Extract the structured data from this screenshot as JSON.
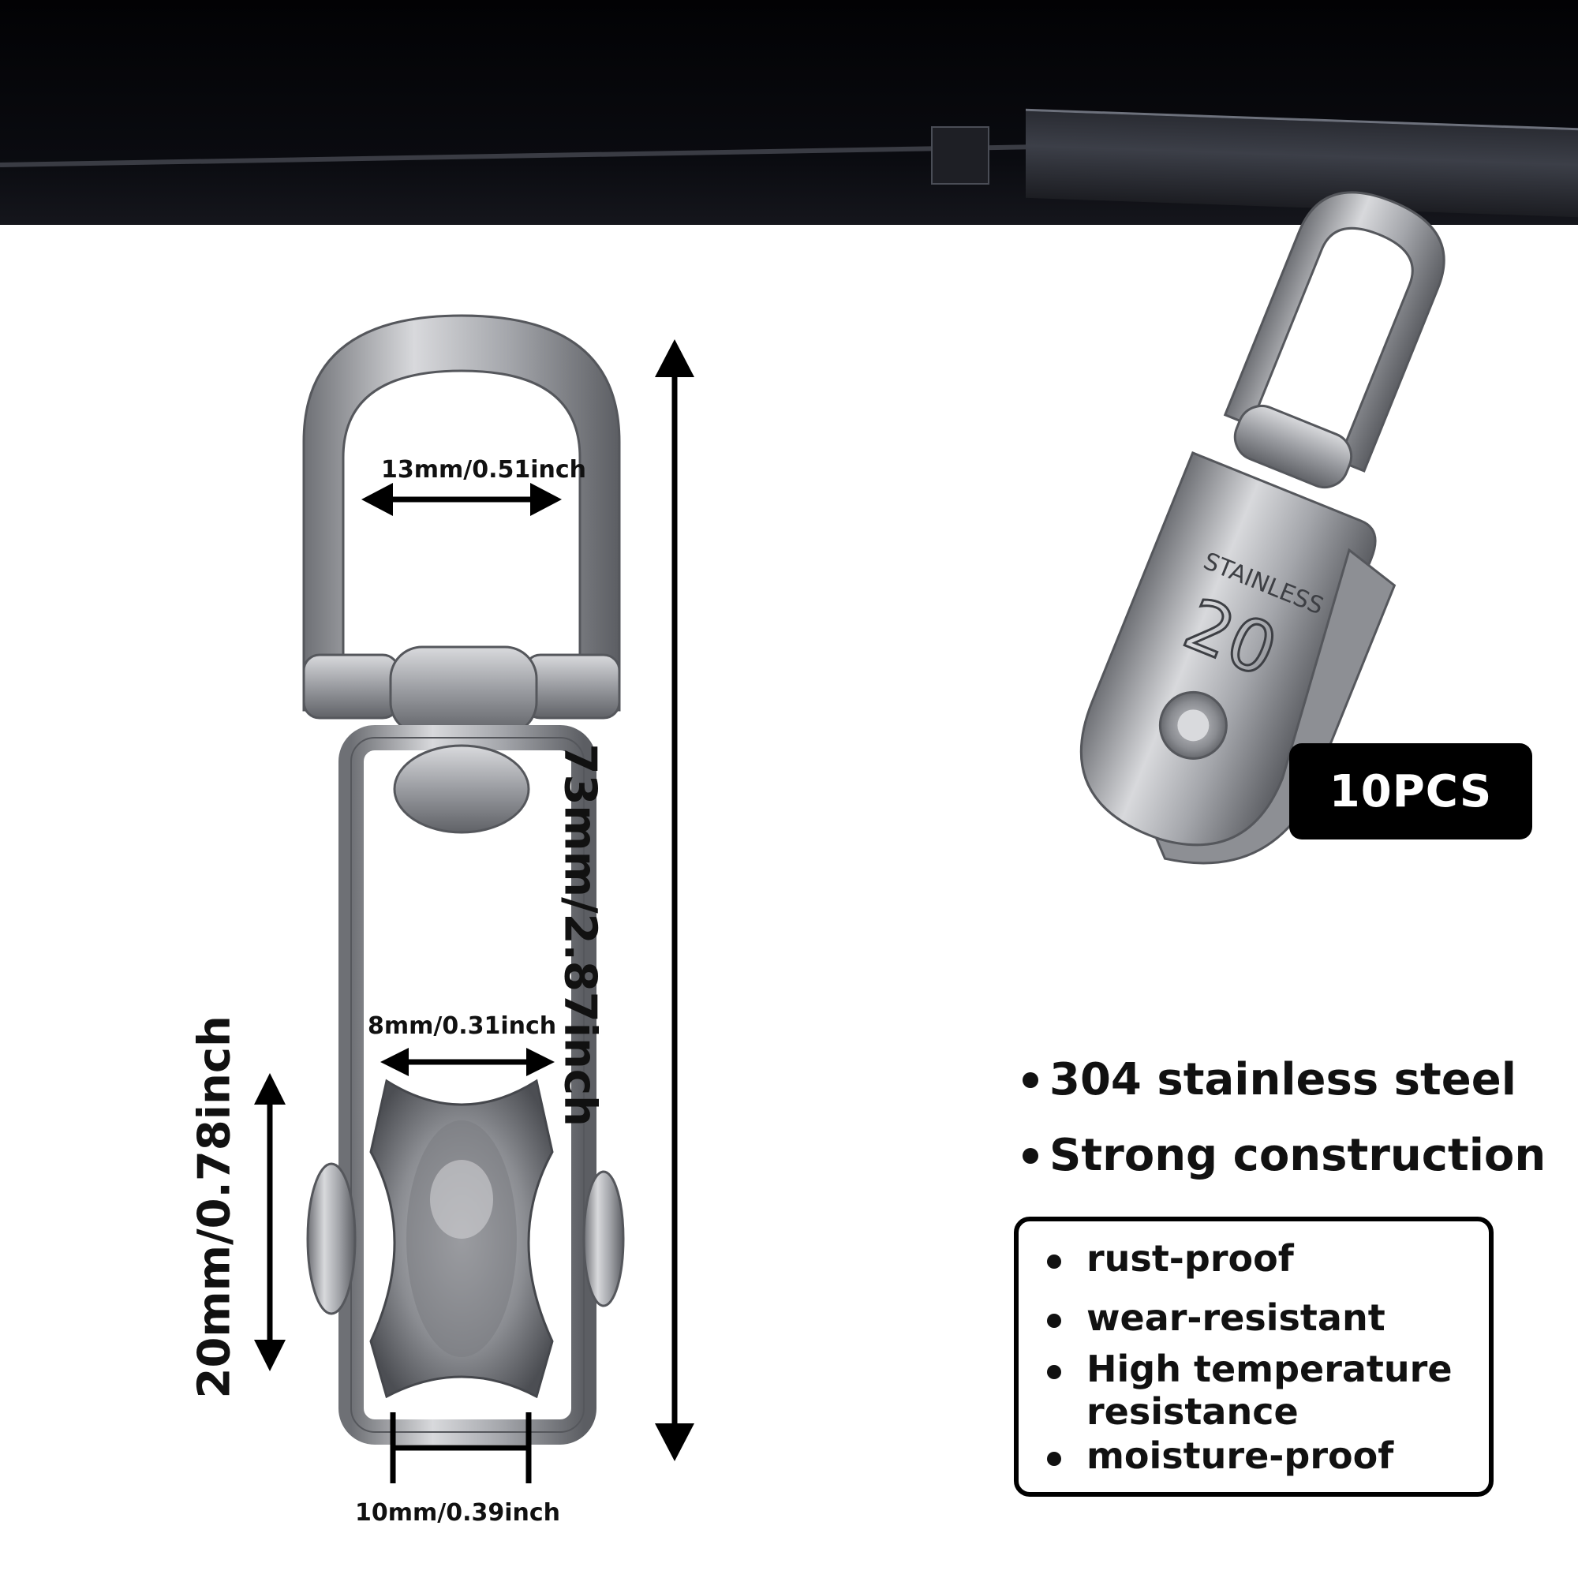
{
  "product": {
    "quantity_badge": "10PCS",
    "stamp_text": "STAINLESS",
    "stamp_number": "20"
  },
  "dimensions": {
    "loop_width": "13mm/0.51inch",
    "total_length": "73mm/2.87inch",
    "groove_width": "8mm/0.31inch",
    "wheel_diameter": "20mm/0.78inch",
    "frame_width": "10mm/0.39inch"
  },
  "features": {
    "main": [
      "304 stainless steel",
      "Strong construction"
    ],
    "sub": [
      "rust-proof",
      "wear-resistant",
      "High temperature resistance",
      "moisture-proof"
    ]
  },
  "colors": {
    "background": "#ffffff",
    "beam": "#05060a",
    "metal": "#a9abb0",
    "text": "#111111",
    "badge": "#000000"
  }
}
